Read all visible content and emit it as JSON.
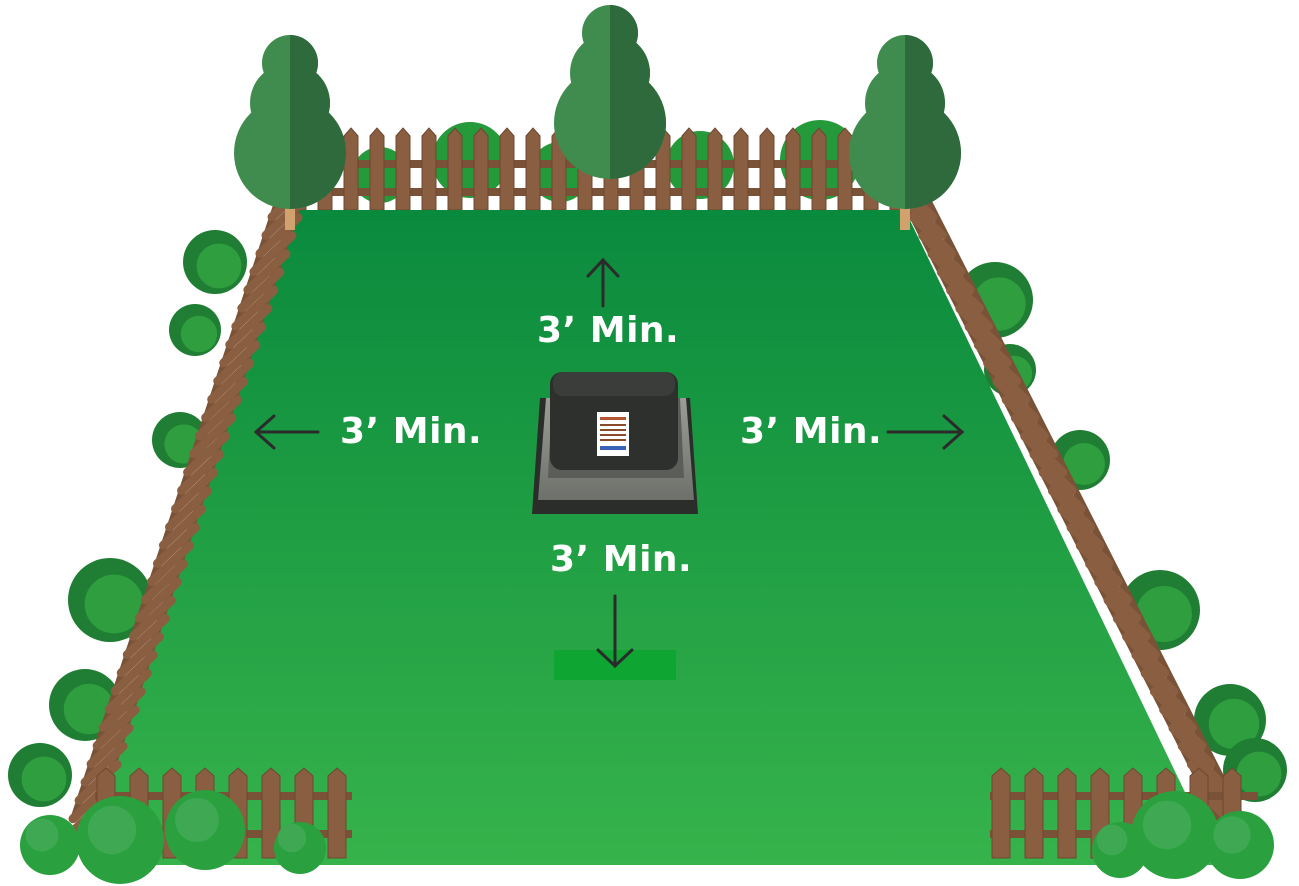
{
  "labels": {
    "top": "3’ Min.",
    "left": "3’ Min.",
    "right": "3’ Min.",
    "bottom": "3’ Min."
  },
  "colors": {
    "lawn_far": "#0b8a3e",
    "lawn_near": "#35b04a",
    "fence_picket": "#8a5e40",
    "fence_rail": "#7a5238",
    "tree_light": "#3f8c4e",
    "tree_dark": "#2f6a3d",
    "tree_trunk": "#d1a26e",
    "bush": "#2e9e3f",
    "bush_dark": "#1f7e33",
    "arrow": "#2b2b2b",
    "label_text": "#ffffff",
    "enclosure_top": "#2d302c",
    "enclosure_base": "#8a8c86",
    "wire_strip": "#0ea532"
  },
  "icons": [
    "arrow-up-icon",
    "arrow-left-icon",
    "arrow-right-icon",
    "arrow-down-icon",
    "tree-icon",
    "charging-station-icon"
  ]
}
